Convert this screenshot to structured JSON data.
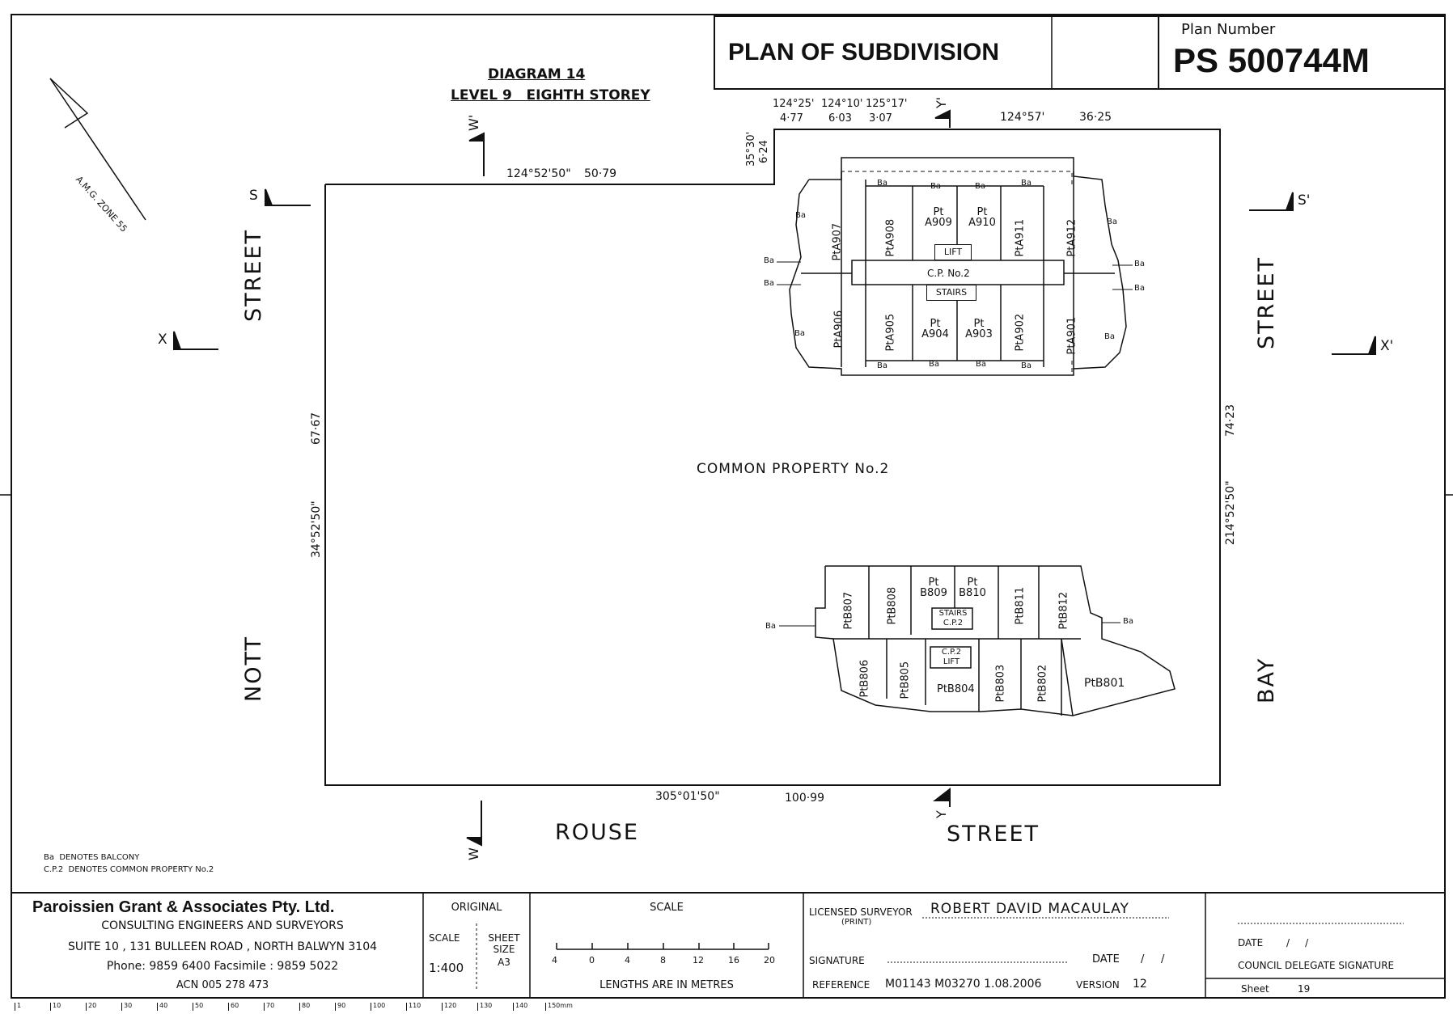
{
  "header": {
    "title": "PLAN OF SUBDIVISION",
    "plan_number_label": "Plan Number",
    "plan_number": "PS 500744M"
  },
  "diagram": {
    "title": "DIAGRAM 14",
    "subtitle": "LEVEL 9   EIGHTH STOREY",
    "zone_label": "A.M.G. ZONE 55",
    "common_property": "COMMON PROPERTY No.2"
  },
  "streets": {
    "nott": "NOTT",
    "nott_street": "STREET",
    "bay": "BAY",
    "bay_street": "STREET",
    "rouse": "ROUSE",
    "rouse_street": "STREET"
  },
  "sections": {
    "s": "S",
    "s_prime": "S'",
    "x": "X",
    "x_prime": "X'",
    "w": "W",
    "w_prime": "W'",
    "y": "Y",
    "y_prime": "Y'"
  },
  "dimensions": {
    "top_bearing": "124°52'50\"",
    "top_length": "50·79",
    "step_bearing": "35°30'",
    "step_length": "6·24",
    "b1": "124°25'",
    "l1": "4·77",
    "b2": "124°10'",
    "l2": "6·03",
    "b3": "125°17'",
    "l3": "3·07",
    "b4": "124°57'",
    "l4": "36·25",
    "left_length": "67·67",
    "left_bearing": "34°52'50\"",
    "right_length": "74·23",
    "right_bearing": "214°52'50\"",
    "bottom_bearing": "305°01'50\"",
    "bottom_length": "100·99"
  },
  "building_a": {
    "units_top": [
      "PtA907",
      "PtA908",
      "Pt A909",
      "Pt A910",
      "PtA911",
      "PtA912"
    ],
    "units_bottom": [
      "PtA906",
      "PtA905",
      "Pt A904",
      "Pt A903",
      "PtA902",
      "PtA901"
    ],
    "lift": "LIFT",
    "cp": "C.P. No.2",
    "stairs": "STAIRS",
    "balcony": "Ba"
  },
  "building_b": {
    "units_top": [
      "PtB807",
      "PtB808",
      "Pt B809",
      "Pt B810",
      "PtB811",
      "PtB812"
    ],
    "units_bottom": [
      "PtB806",
      "PtB805",
      "PtB804",
      "PtB803",
      "PtB802",
      "PtB801"
    ],
    "stairs": "STAIRS",
    "stairs_cp": "C.P.2",
    "lift_cp": "C.P.2",
    "lift": "LIFT",
    "balcony": "Ba"
  },
  "legend": {
    "line1": "Ba  DENOTES BALCONY",
    "line2": "C.P.2  DENOTES COMMON PROPERTY No.2"
  },
  "titleblock": {
    "firm": "Paroissien Grant & Associates Pty. Ltd.",
    "firm_line1": "CONSULTING ENGINEERS AND SURVEYORS",
    "firm_line2": "SUITE 10 , 131 BULLEEN ROAD , NORTH BALWYN 3104",
    "firm_line3": "Phone: 9859 6400 Facsimile : 9859 5022",
    "firm_line4": "ACN 005 278 473",
    "original": "ORIGINAL",
    "scale_label": "SCALE",
    "scale_value": "1:400",
    "sheet_size_label1": "SHEET",
    "sheet_size_label2": "SIZE",
    "sheet_size_value": "A3",
    "scale_bar_title": "SCALE",
    "scale_ticks": [
      "4",
      "0",
      "4",
      "8",
      "12",
      "16",
      "20"
    ],
    "lengths_note": "LENGTHS ARE IN METRES",
    "surveyor_label": "LICENSED SURVEYOR",
    "surveyor_print": "(PRINT)",
    "surveyor_name": "ROBERT DAVID MACAULAY",
    "signature_label": "SIGNATURE",
    "date_label": "DATE",
    "date_value": "/     /",
    "reference_label": "REFERENCE",
    "reference_value": "M01143 M03270 1.08.2006",
    "version_label": "VERSION",
    "version_value": "12",
    "council_date_label": "DATE",
    "council_date_value": "/     /",
    "council_label": "COUNCIL DELEGATE SIGNATURE",
    "sheet_label": "Sheet",
    "sheet_value": "19"
  },
  "ruler": [
    "1",
    "10",
    "20",
    "30",
    "40",
    "50",
    "60",
    "70",
    "80",
    "90",
    "100",
    "110",
    "120",
    "130",
    "140",
    "150mm"
  ]
}
